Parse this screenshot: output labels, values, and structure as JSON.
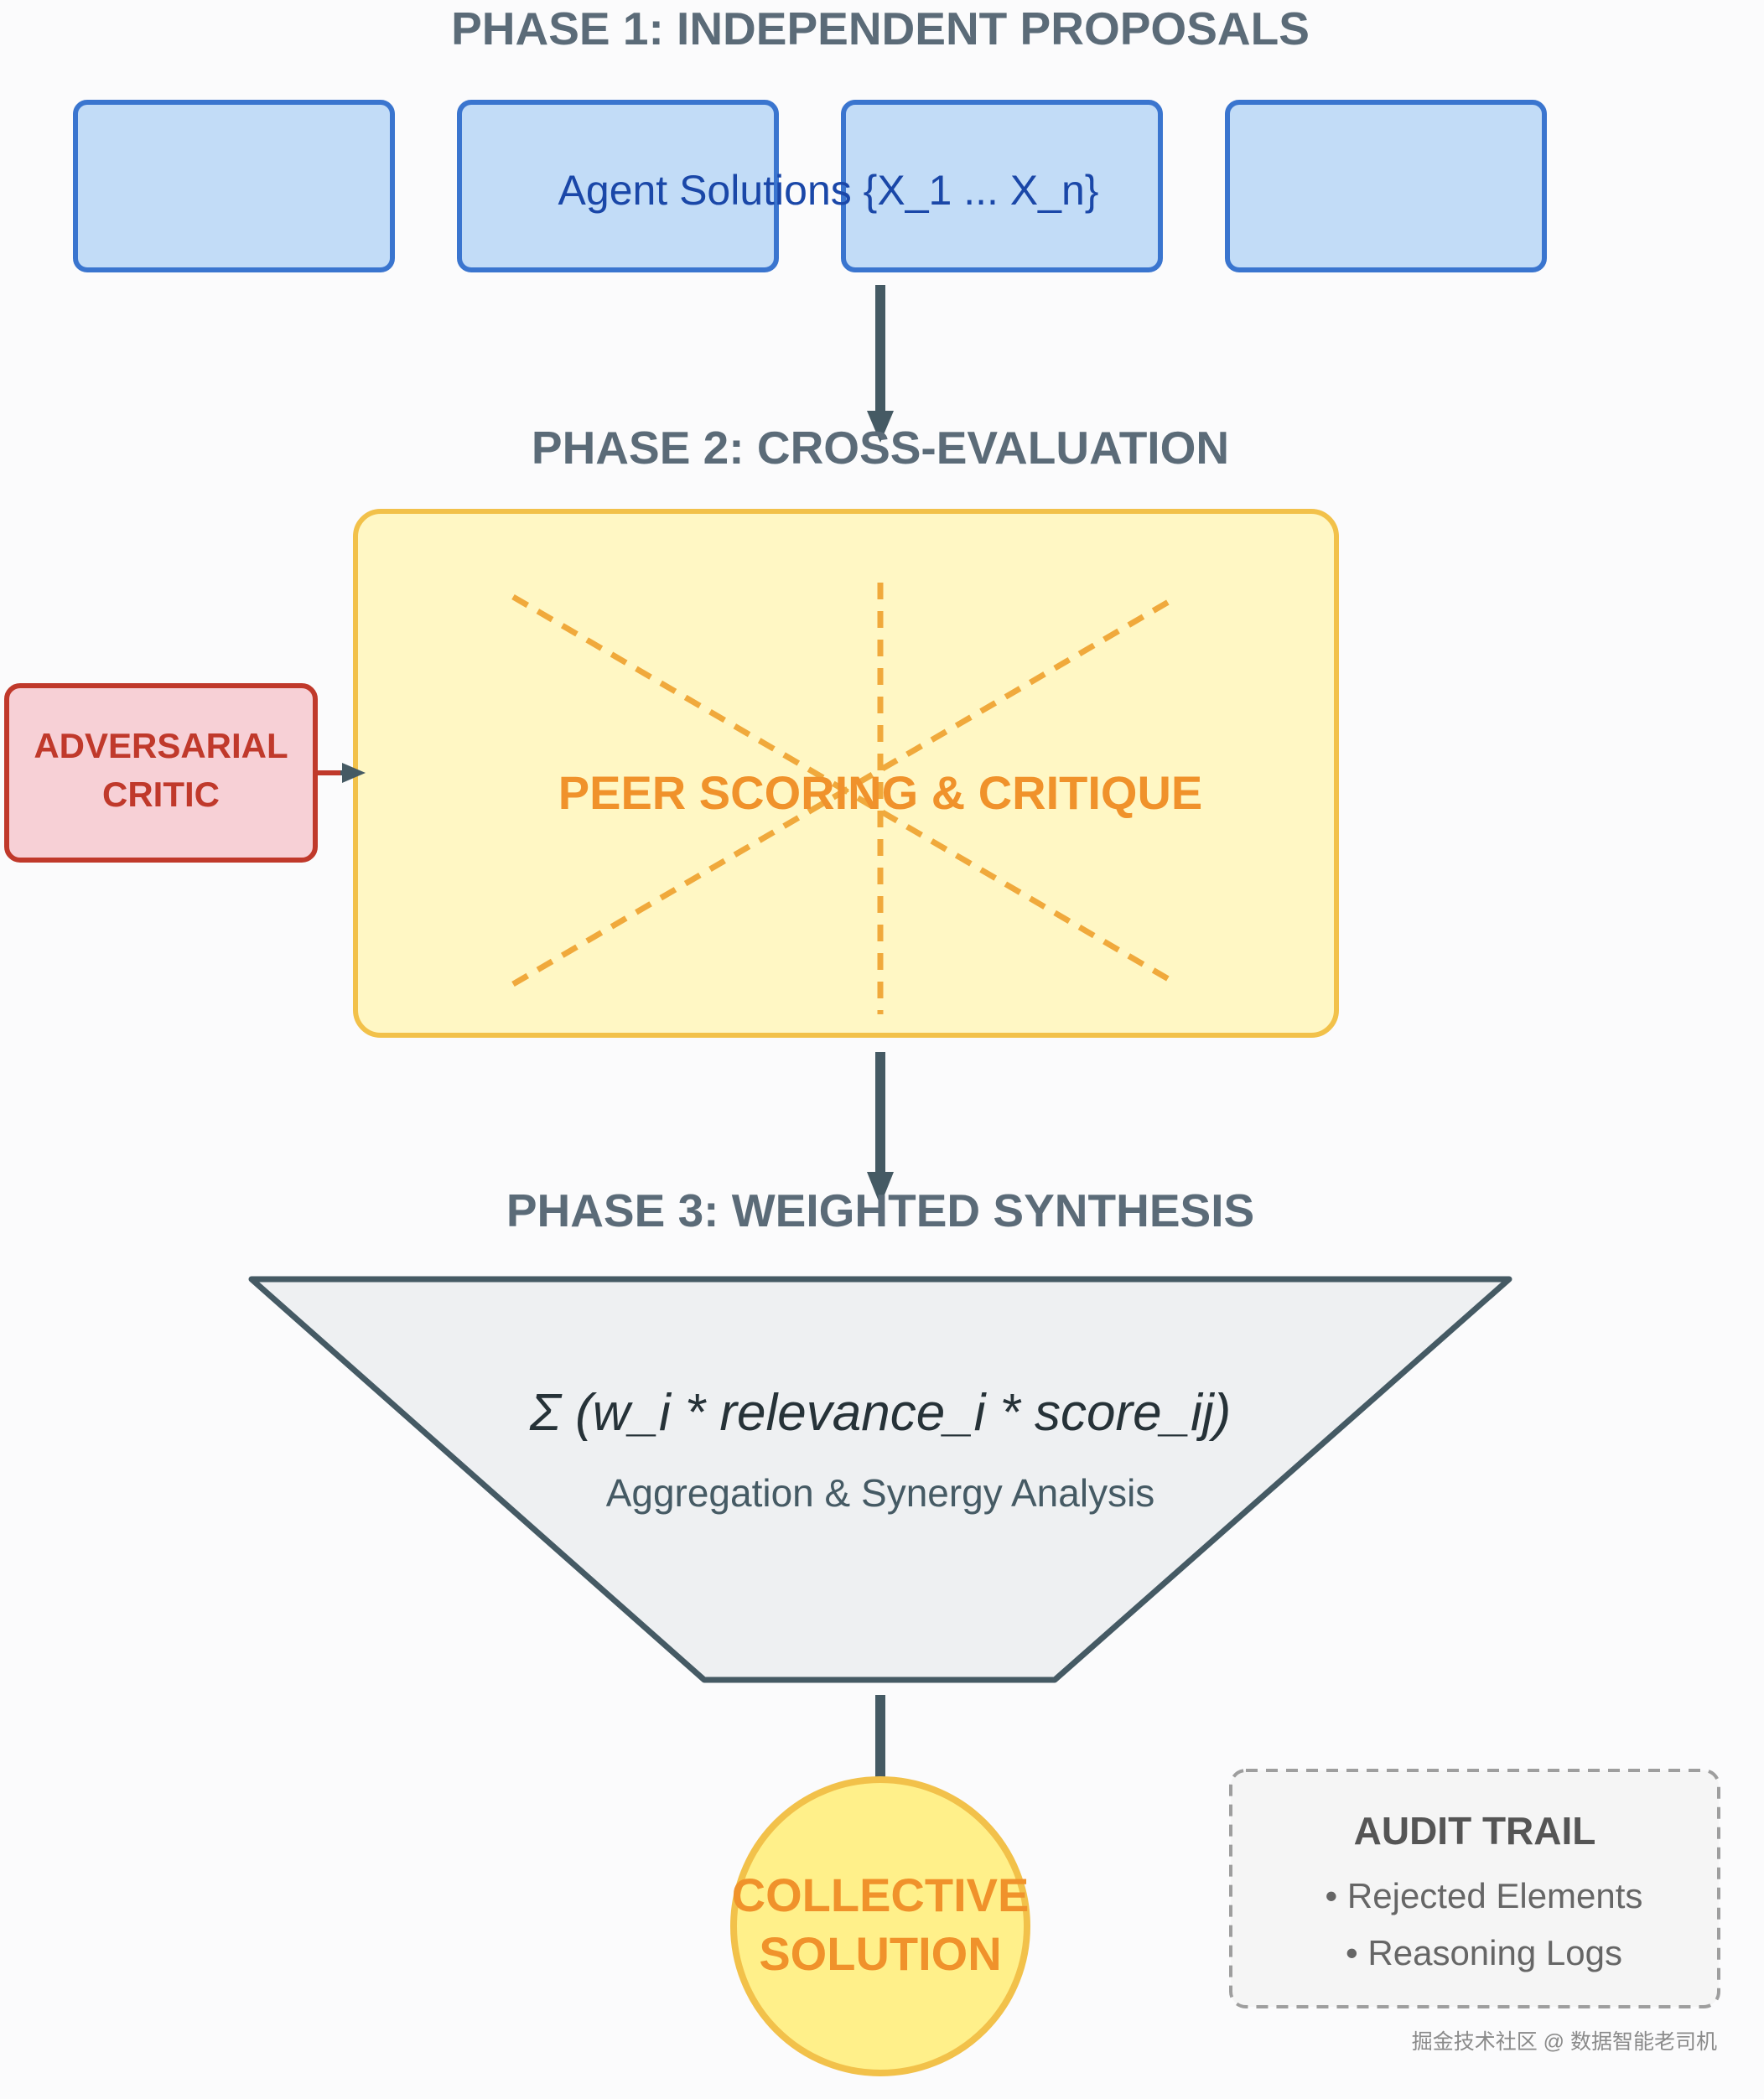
{
  "phase1": {
    "title": "PHASE 1: INDEPENDENT PROPOSALS",
    "agents_label": "Agent Solutions {X_1 ... X_n}"
  },
  "phase2": {
    "title": "PHASE 2: CROSS-EVALUATION",
    "critic_line1": "ADVERSARIAL",
    "critic_line2": "CRITIC",
    "peer_label": "PEER SCORING & CRITIQUE"
  },
  "phase3": {
    "title": "PHASE 3: WEIGHTED SYNTHESIS",
    "formula": "Σ (w_i * relevance_i * score_ij)",
    "subtitle": "Aggregation & Synergy Analysis"
  },
  "result": {
    "line1": "COLLECTIVE",
    "line2": "SOLUTION"
  },
  "audit": {
    "title": "AUDIT TRAIL",
    "items": [
      "• Rejected Elements",
      "• Reasoning Logs"
    ]
  },
  "watermark": "掘金技术社区 @ 数据智能老司机",
  "colors": {
    "agent_fill": "#c2dcf7",
    "agent_stroke": "#3a75cf",
    "peer_fill": "#fff7c4",
    "peer_stroke": "#f2c14a",
    "critic_fill": "#f7d0d6",
    "critic_stroke": "#c0392b",
    "funnel_fill": "#eef0f2",
    "funnel_stroke": "#455a64",
    "arrow": "#455a64",
    "accent_orange": "#f0922b",
    "collective_fill": "#fff08a"
  }
}
